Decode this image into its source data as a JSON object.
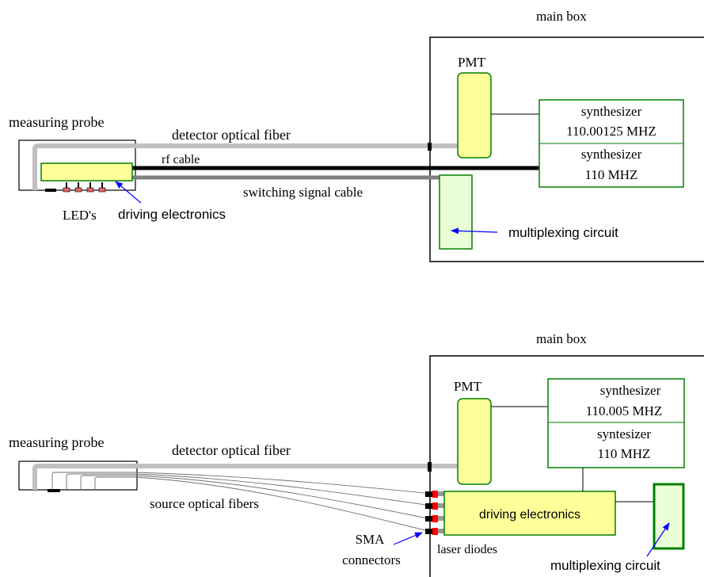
{
  "top_diagram": {
    "main_box_label": "main box",
    "pmt_label": "PMT",
    "probe_label": "measuring probe",
    "detector_fiber_label": "detector optical fiber",
    "rf_cable_label": "rf cable",
    "switching_cable_label": "switching signal cable",
    "leds_label": "LED's",
    "driving_electronics_label": "driving electronics",
    "synth1_line1": "synthesizer",
    "synth1_line2": "110.00125 MHZ",
    "synth2_line1": "synthesizer",
    "synth2_line2": "110 MHZ",
    "multiplexing_label": "multiplexing circuit"
  },
  "bottom_diagram": {
    "main_box_label": "main box",
    "pmt_label": "PMT",
    "probe_label": "measuring probe",
    "detector_fiber_label": "detector optical fiber",
    "source_fibers_label": "source optical fibers",
    "sma_line1": "SMA",
    "sma_line2": "connectors",
    "laser_diodes_label": "laser diodes",
    "driving_electronics_label": "driving electronics",
    "synth1_line1": "synthesizer",
    "synth1_line2": "110.005 MHZ",
    "synth2_line1": "syntesizer",
    "synth2_line2": "110 MHZ",
    "multiplexing_label": "multiplexing circuit"
  },
  "colors": {
    "yellow_fill": "#ffff99",
    "light_green_fill": "#ebffd6",
    "green_stroke": "#008000",
    "fiber_gray": "#c0c0c0",
    "cable_dark_gray": "#808080",
    "arrow_blue": "#0000ff",
    "led_red": "#e06666",
    "connector_red": "#ff0000"
  }
}
